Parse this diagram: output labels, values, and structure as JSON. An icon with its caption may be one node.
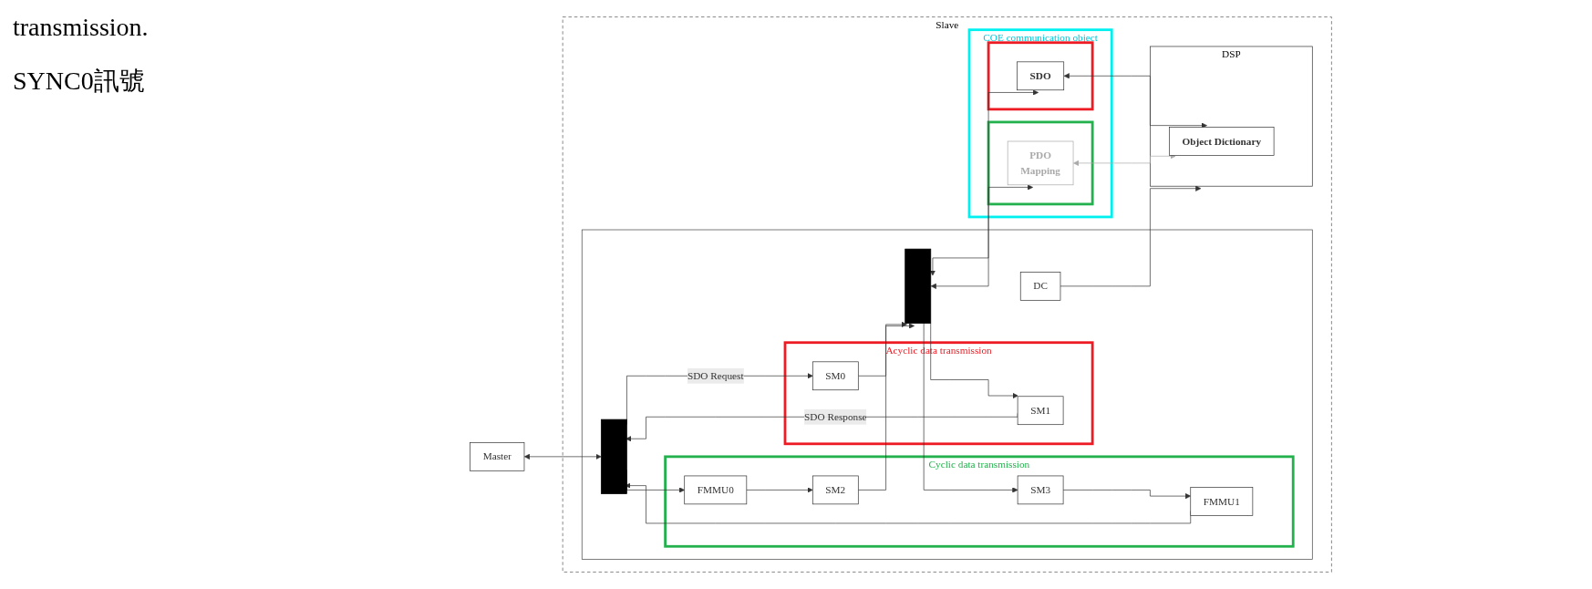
{
  "diagram": {
    "nodes": [
      {
        "text": [
          "Master"
        ]
      },
      {
        "text": [
          "Slave"
        ]
      },
      {
        "text": [],
        "shape": "box",
        "in": 1
      },
      {
        "text": [
          "Acyclic data transmission"
        ],
        "in": 2
      },
      {
        "text": [],
        "shape": "bar",
        "in": 2
      },
      {
        "text": [
          "SM0"
        ],
        "in": 3
      },
      {
        "text": [
          "SM1"
        ],
        "in": 3
      },
      {
        "text": [
          "Cyclic data transmission"
        ],
        "in": 2
      },
      {
        "text": [
          "FMMU0"
        ],
        "in": 7
      },
      {
        "text": [
          "SM2"
        ],
        "in": 7
      },
      {
        "text": [
          "FMMU1"
        ],
        "in": 7
      },
      {
        "text": [
          "SM3"
        ],
        "in": 7
      },
      {
        "text": [],
        "shape": "bar",
        "in": 2
      },
      {
        "text": [
          "DC"
        ],
        "in": 2
      },
      {
        "text": [
          "COE communication  object"
        ],
        "in": 1
      },
      {
        "text": [
          "DSP"
        ],
        "in": 1
      },
      {
        "text": [],
        "shape": "box",
        "in": 14
      },
      {
        "text": [
          "SDO"
        ],
        "in": 16
      },
      {
        "text": [],
        "shape": "box",
        "in": 14
      },
      {
        "text": [
          "PDO",
          "Mapping"
        ],
        "in": 18
      },
      {
        "text": [
          "Object Dictionary"
        ],
        "in": 15
      }
    ],
    "edges": [
      {
        "from": 0,
        "to": 4,
        "arrow": "both"
      },
      {
        "from": 4,
        "to": 5,
        "arrow": "to",
        "label": "SDO Request"
      },
      {
        "from": 6,
        "to": 4,
        "arrow": "to",
        "label": "SDO Response"
      },
      {
        "from": 5,
        "to": 12,
        "arrow": "to"
      },
      {
        "from": 12,
        "to": 6,
        "arrow": "to"
      },
      {
        "from": 4,
        "to": 8,
        "arrow": "to"
      },
      {
        "from": 8,
        "to": 9,
        "arrow": "to"
      },
      {
        "from": 9,
        "to": 12,
        "arrow": "to"
      },
      {
        "from": 12,
        "to": 11,
        "arrow": "to"
      },
      {
        "from": 11,
        "to": 10,
        "arrow": "to"
      },
      {
        "from": 10,
        "to": 4,
        "arrow": "to"
      },
      {
        "from": 12,
        "to": 17,
        "arrow": "both"
      },
      {
        "from": 12,
        "to": 19,
        "arrow": "both"
      },
      {
        "from": 17,
        "to": 20,
        "arrow": "both"
      },
      {
        "from": 19,
        "to": 20,
        "arrow": "both",
        "color": "#aaaaaa"
      },
      {
        "from": 13,
        "to": 15,
        "arrow": "to"
      }
    ],
    "labels": [
      "transmission.",
      "SYNC0訊號"
    ]
  }
}
